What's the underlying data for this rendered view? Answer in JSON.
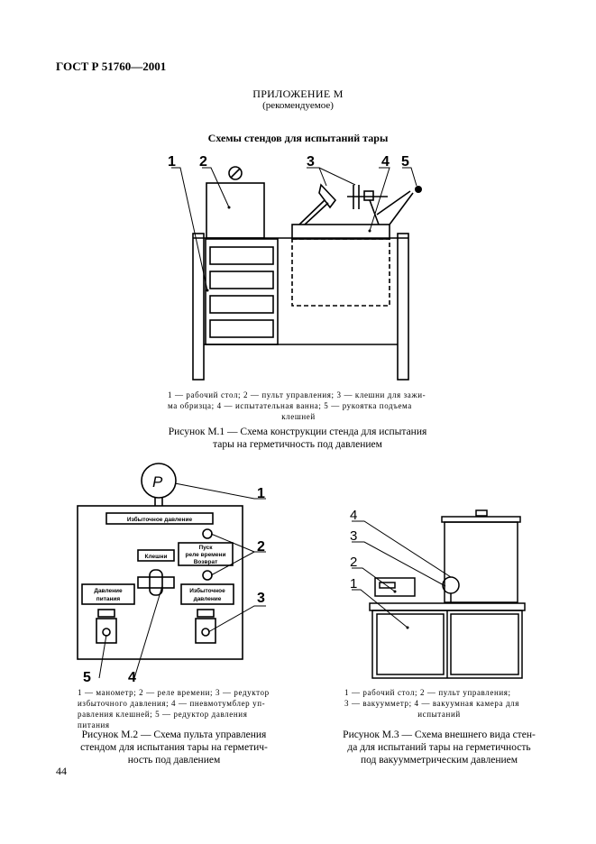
{
  "header": {
    "standard": "ГОСТ Р 51760—2001"
  },
  "appendix": {
    "title": "ПРИЛОЖЕНИЕ М",
    "subtitle": "(рекомендуемое)"
  },
  "section_title": "Схемы стендов для испытаний тары",
  "figure1": {
    "callouts": [
      "1",
      "2",
      "3",
      "4",
      "5"
    ],
    "legend_line1": "1 — рабочий стол; 2 — пульт управления; 3 — клешни для зажи-",
    "legend_line2": "ма обризца; 4 — испытательная ванна; 5 — рукоятка подъема",
    "legend_line3": "клешней",
    "caption_line1": "Рисунок М.1 — Схема конструкции стенда для испытания",
    "caption_line2": "тары на герметичность под давлением"
  },
  "figure2": {
    "gauge_label": "P",
    "panel_overpressure": "Избыточное давление",
    "label_kleshni": "Клешни",
    "label_timer_l1": "Пуск",
    "label_timer_l2": "реле времени",
    "label_timer_l3": "Возврат",
    "label_supply_l1": "Давление",
    "label_supply_l2": "питания",
    "label_excess_l1": "Избыточное",
    "label_excess_l2": "давление",
    "callouts": [
      "1",
      "2",
      "3",
      "4",
      "5"
    ],
    "legend_line1": "1 — манометр; 2 — реле времени; 3 — редуктор",
    "legend_line2": "избыточного давления; 4 — пневмотумблер уп-",
    "legend_line3": "равления клешней; 5 — редуктор давления питания",
    "caption_line1": "Рисунок М.2 — Схема пульта управления",
    "caption_line2": "стендом для испытания тары на герметич-",
    "caption_line3": "ность под давлением"
  },
  "figure3": {
    "callouts": [
      "1",
      "2",
      "3",
      "4"
    ],
    "legend_line1": "1 — рабочий стол; 2 — пульт управления;",
    "legend_line2": "3 — вакуумметр; 4 — вакуумная камера для",
    "legend_line3": "испытаний",
    "caption_line1": "Рисунок М.3 — Схема внешнего вида стен-",
    "caption_line2": "да для испытаний тары на герметичность",
    "caption_line3": "под вакуумметрическим давлением"
  },
  "page_number": "44"
}
